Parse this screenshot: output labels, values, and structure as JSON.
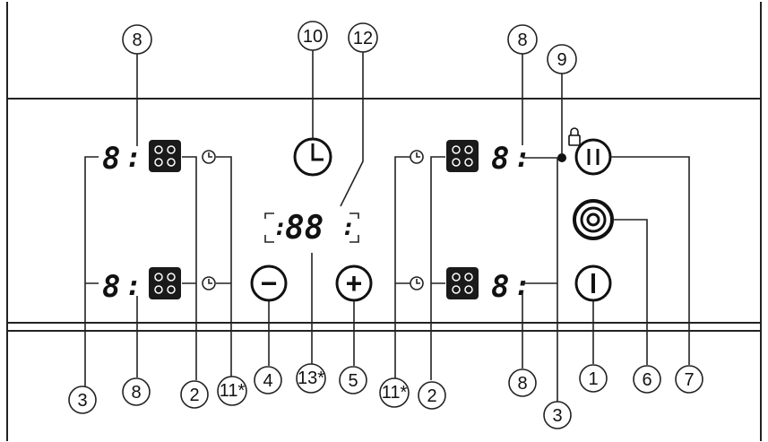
{
  "callouts": {
    "top_left_8": "8",
    "timer_10": "10",
    "display_12": "12",
    "top_right_8": "8",
    "lock_9": "9",
    "bottom_3_left": "3",
    "bottom_8_left": "8",
    "bottom_2_left": "2",
    "bottom_11_left": "11*",
    "bottom_4": "4",
    "bottom_13": "13*",
    "bottom_5": "5",
    "bottom_11_right": "11*",
    "bottom_2_right": "2",
    "bottom_8_right": "8",
    "bottom_3_right": "3",
    "bottom_1": "1",
    "bottom_6": "6",
    "bottom_7": "7"
  },
  "displays": {
    "zone_digit": "8",
    "zone_colon": ":",
    "timer_digits": "88",
    "timer_colon": ":"
  },
  "buttons": {
    "minus": "−",
    "plus": "+"
  },
  "icons": {
    "zone_selector": "zone-selector-icon",
    "zone_timer": "clock-small-icon",
    "timer": "timer-icon",
    "lock": "lock-icon",
    "pause": "pause-icon",
    "booster": "booster-icon",
    "power": "power-icon"
  }
}
